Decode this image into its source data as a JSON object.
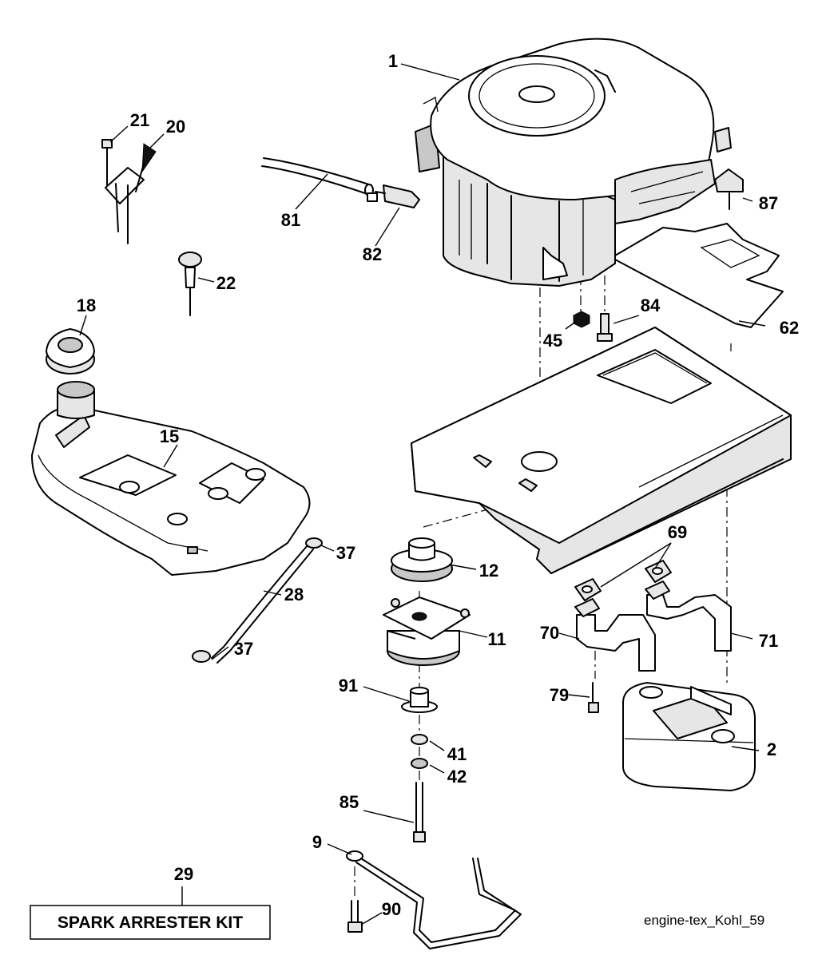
{
  "diagram": {
    "credit": "engine-tex_Kohl_59",
    "kit_label": "SPARK ARRESTER KIT",
    "part_labels": [
      "1",
      "2",
      "9",
      "11",
      "12",
      "15",
      "18",
      "20",
      "21",
      "22",
      "28",
      "29",
      "37",
      "37",
      "41",
      "42",
      "45",
      "62",
      "69",
      "70",
      "71",
      "79",
      "81",
      "82",
      "84",
      "85",
      "87",
      "90",
      "91"
    ]
  }
}
